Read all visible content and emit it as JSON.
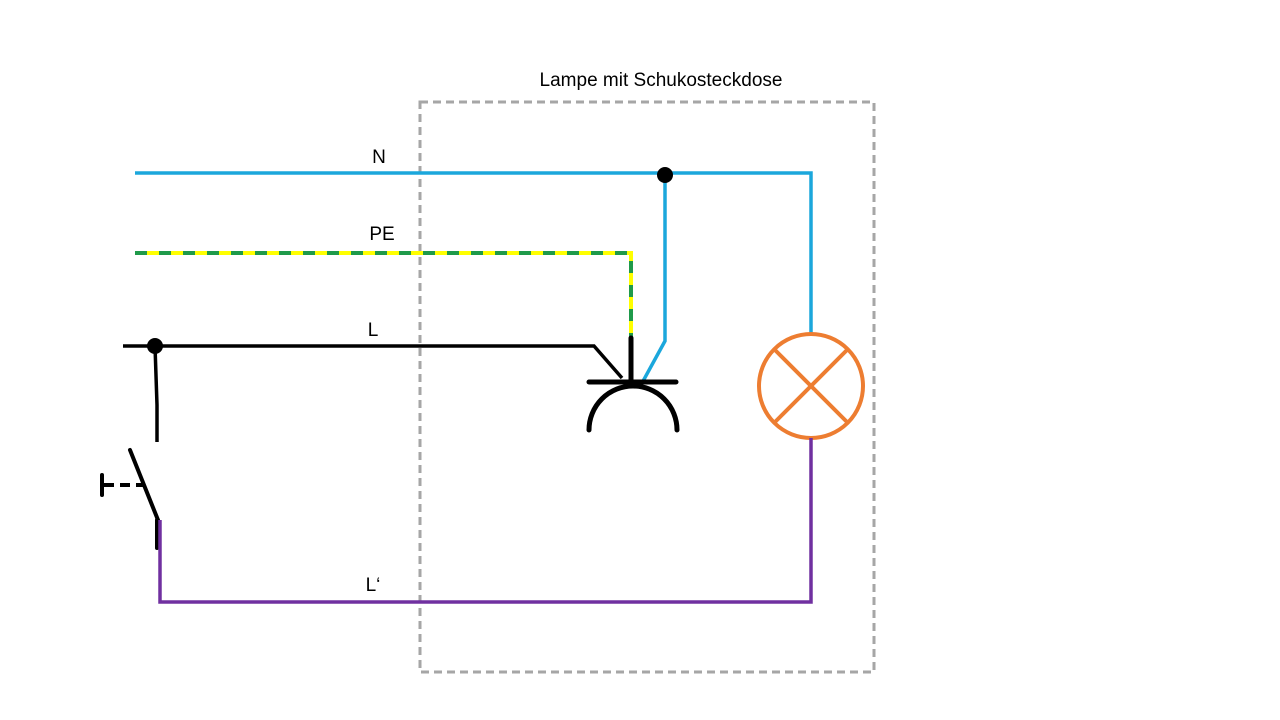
{
  "title": "Lampe mit Schukosteckdose",
  "labels": {
    "n": "N",
    "pe": "PE",
    "l": "L",
    "l_switched": "L‘"
  },
  "colors": {
    "neutral": "#1ba7dc",
    "pe_green": "#1f9a4a",
    "pe_yellow": "#ffff00",
    "phase": "#000000",
    "switched_phase": "#7030a0",
    "lamp": "#ed7d31",
    "box": "#a6a6a6"
  }
}
